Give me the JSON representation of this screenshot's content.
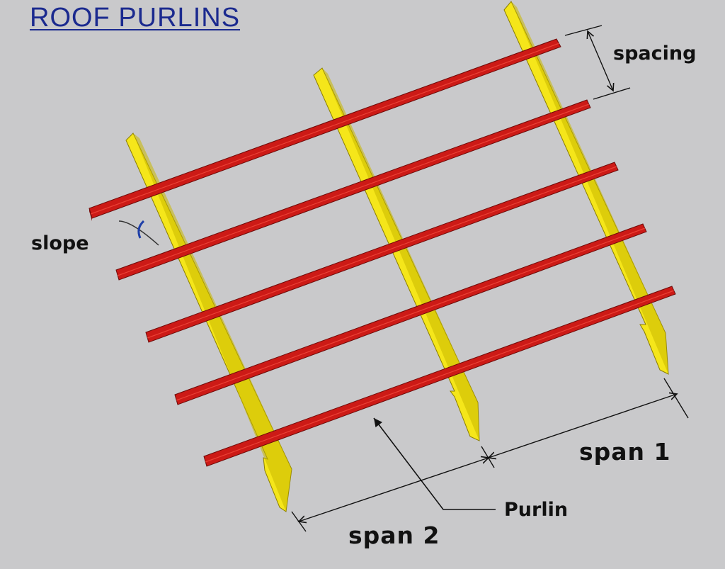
{
  "title": "ROOF PURLINS",
  "labels": {
    "spacing": "spacing",
    "slope": "slope",
    "span1": "span 1",
    "span2": "span 2",
    "purlin": "Purlin"
  },
  "colors": {
    "background": "#c9c9cb",
    "title": "#1b2a8f",
    "rafter": "#f5e61a",
    "rafter_shade": "#b8a800",
    "purlin": "#cc1a16",
    "purlin_shade": "#7a0d0b",
    "slope_arc": "#1f3fa8",
    "dimension_line": "#111111"
  }
}
